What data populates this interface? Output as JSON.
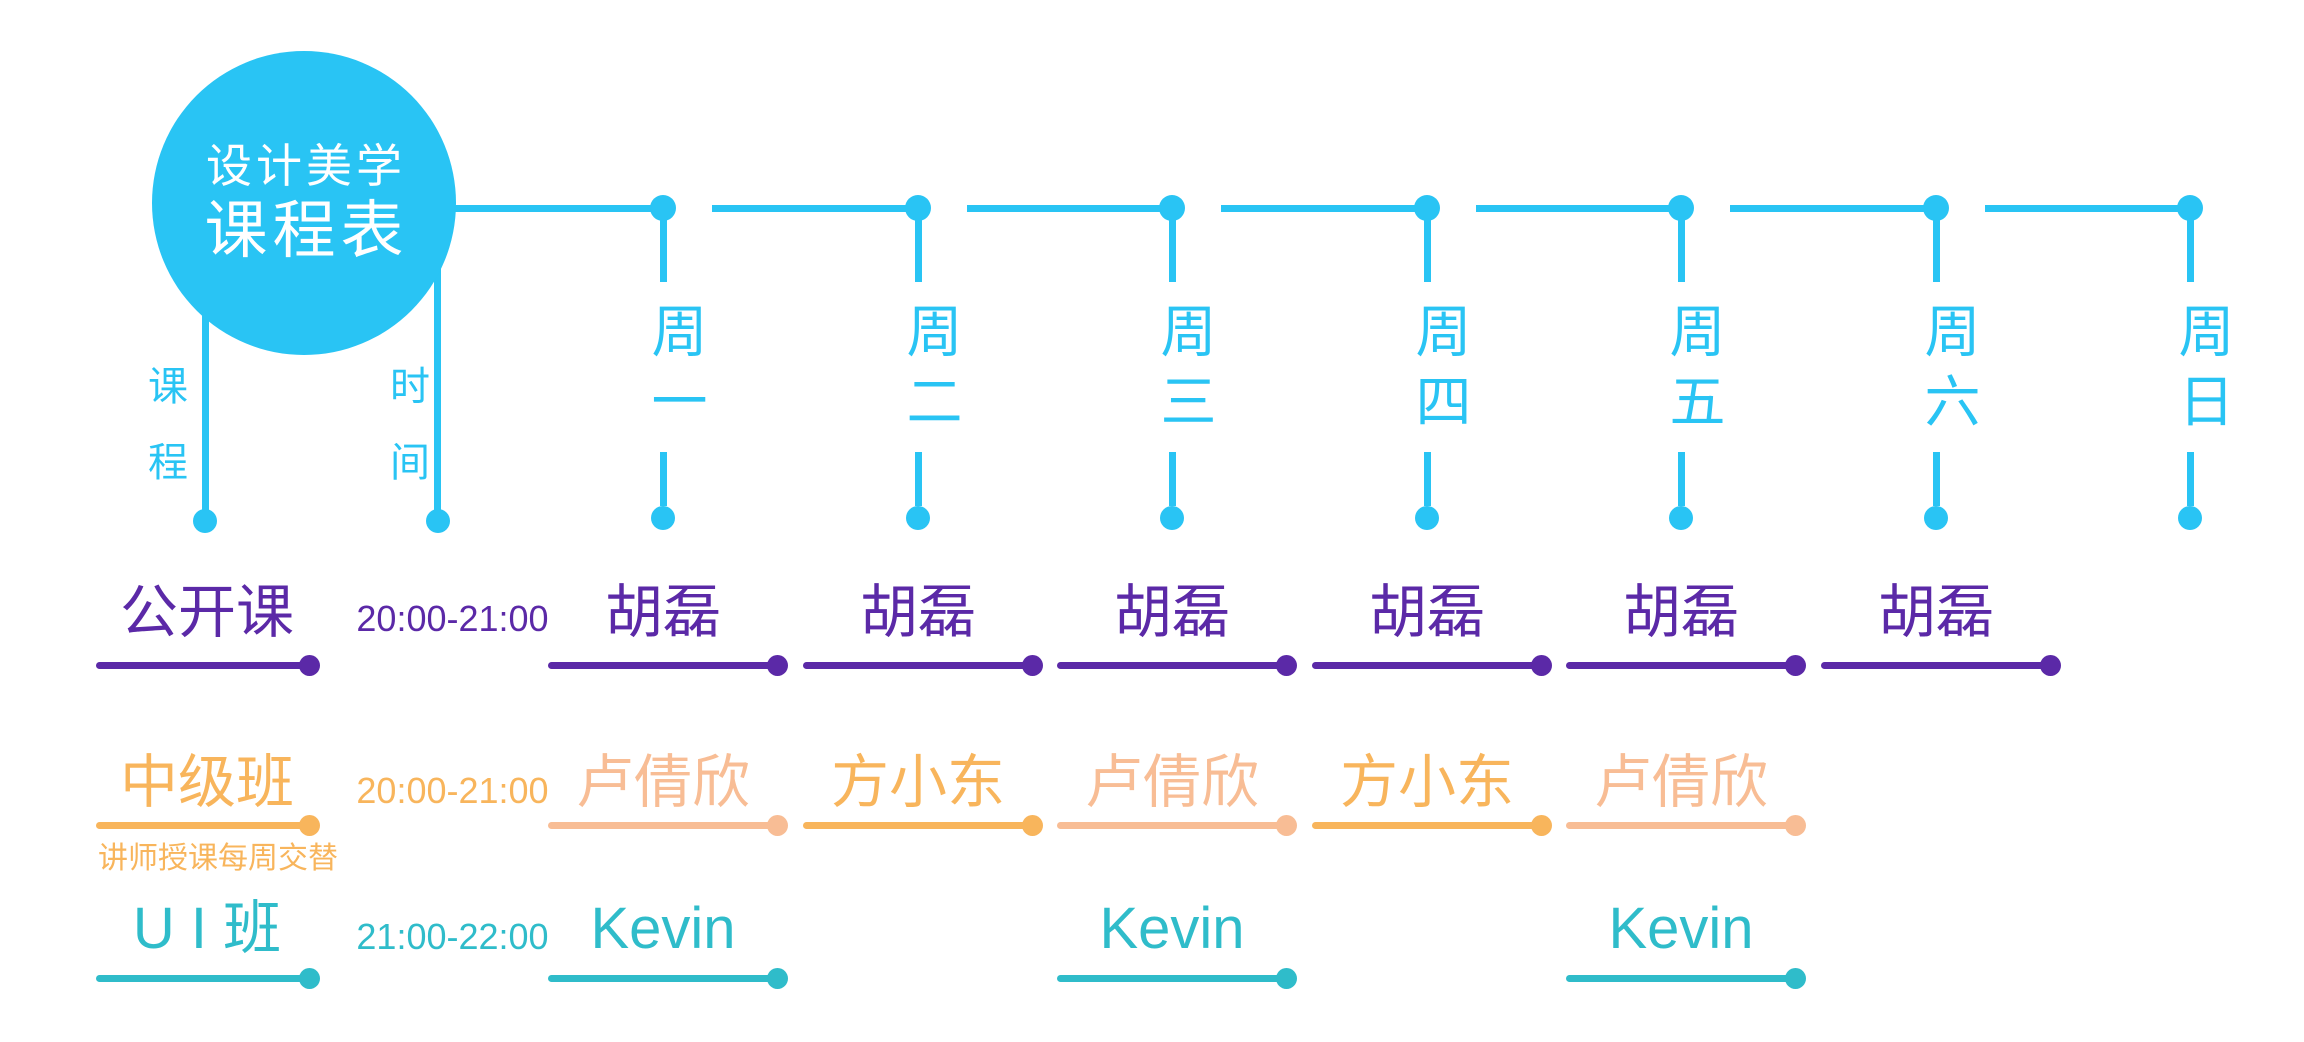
{
  "poster": {
    "title_line1": "设计美学",
    "title_line2": "课程表",
    "course_axis_label": "课程",
    "time_axis_label": "时间",
    "days": [
      "周一",
      "周二",
      "周三",
      "周四",
      "周五",
      "周六",
      "周日"
    ],
    "rows": [
      {
        "name": "公开课",
        "time": "20:00-21:00",
        "theme": "purple",
        "entries": [
          {
            "day": 0,
            "teacher": "胡磊",
            "color": "purple"
          },
          {
            "day": 1,
            "teacher": "胡磊",
            "color": "purple"
          },
          {
            "day": 2,
            "teacher": "胡磊",
            "color": "purple"
          },
          {
            "day": 3,
            "teacher": "胡磊",
            "color": "purple"
          },
          {
            "day": 4,
            "teacher": "胡磊",
            "color": "purple"
          },
          {
            "day": 5,
            "teacher": "胡磊",
            "color": "purple"
          }
        ]
      },
      {
        "name": "中级班",
        "time": "20:00-21:00",
        "subtitle": "讲师授课每周交替",
        "theme": "orange",
        "entries": [
          {
            "day": 0,
            "teacher": "卢倩欣",
            "color": "peach"
          },
          {
            "day": 1,
            "teacher": "方小东",
            "color": "orange"
          },
          {
            "day": 2,
            "teacher": "卢倩欣",
            "color": "peach"
          },
          {
            "day": 3,
            "teacher": "方小东",
            "color": "orange"
          },
          {
            "day": 4,
            "teacher": "卢倩欣",
            "color": "peach"
          }
        ]
      },
      {
        "name": "U I 班",
        "time": "21:00-22:00",
        "theme": "teal",
        "entries": [
          {
            "day": 0,
            "teacher": "Kevin",
            "color": "teal"
          },
          {
            "day": 2,
            "teacher": "Kevin",
            "color": "teal"
          },
          {
            "day": 4,
            "teacher": "Kevin",
            "color": "teal"
          }
        ]
      }
    ],
    "colors": {
      "cyan": "#29c4f4",
      "purple": "#5b29a7",
      "orange": "#f8b55c",
      "peach": "#f8bd95",
      "teal": "#2fbcca"
    }
  }
}
